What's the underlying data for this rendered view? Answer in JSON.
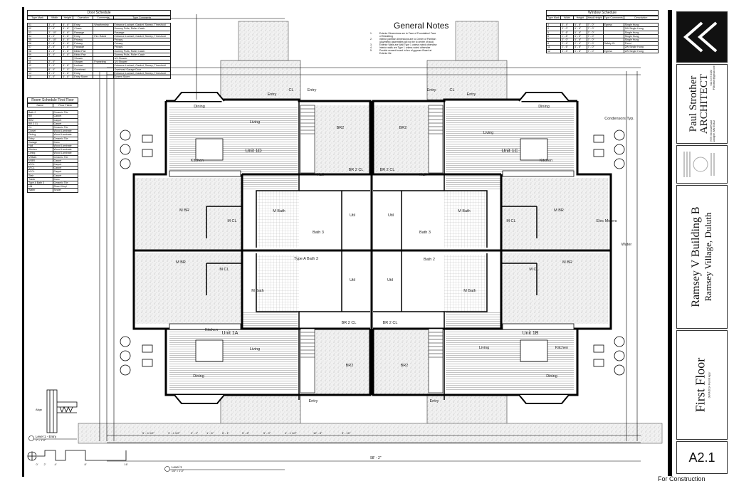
{
  "door_schedule": {
    "title": "Door Schedule",
    "columns": [
      "Type Mark",
      "Width",
      "Height",
      "Operation",
      "Comments",
      "Type Comments"
    ],
    "rows": [
      [
        "01",
        "3' - 0\"",
        "6' - 8\"",
        "Entry",
        "Weatherstrip",
        "Entrance Lockset, Gasket, Sweep, Threshold"
      ],
      [
        "02",
        "2' - 6\"",
        "6' - 8\"",
        "Closet",
        "",
        "Dummy Pulls, Roller Catch"
      ],
      [
        "03",
        "2' - 10\"",
        "6' - 8\"",
        "Passage",
        "",
        "Passage"
      ],
      [
        "04",
        "3' - 0\"",
        "6' - 8\"",
        "Entry",
        "Fire Rated",
        "Entrance Lockset, Gasket, Sweep, Threshold"
      ],
      [
        "05",
        "2' - 10\"",
        "6' - 8\"",
        "Privacy",
        "",
        "Privacy"
      ],
      [
        "06",
        "2' - 8\"",
        "6' - 8\"",
        "Privacy",
        "",
        "Privacy"
      ],
      [
        "07",
        "2' - 6\"",
        "6' - 8\"",
        "Passage",
        "",
        "Privacy"
      ],
      [
        "08",
        "4' - 0\"",
        "6' - 8\"",
        "Bifold Pair",
        "",
        "Dummy Pulls, Roller Catch"
      ],
      [
        "09",
        "5' - 0\"",
        "6' - 8\"",
        "Bifold Pair",
        "",
        "Dummy Pulls, Roller Catch"
      ],
      [
        "10",
        "",
        "",
        "Shower",
        "",
        "3/4 Shower"
      ],
      [
        "11",
        "2' - 0\"",
        "",
        "Shower",
        "Frameless",
        "3/4 Shower"
      ],
      [
        "12",
        "3' - 0\"",
        "6' - 8\"",
        "Lockset",
        "",
        "Entrance Lockset, Gasket, Sweep, Threshold"
      ],
      [
        "13",
        "8' - 0\"",
        "7' - 0\"",
        "Overhead",
        "",
        "Overhead Garage Door"
      ],
      [
        "14",
        "3' - 0\"",
        "6' - 8\"",
        "Entry",
        "",
        "Entrance Lockset, Gasket, Sweep, Threshold"
      ],
      [
        "15",
        "3' - 0\"",
        "6' - 8\"",
        "Entry Storm",
        "",
        "Screen Storm"
      ]
    ]
  },
  "room_schedule": {
    "title": "Room Schedule First Floor",
    "columns": [
      "Name",
      "Floor Finish"
    ],
    "rows": [
      [
        "Bath 2",
        "Ceramic Tile"
      ],
      [
        "BR",
        "Carpet"
      ],
      [
        "BR2",
        "Carpet"
      ],
      [
        "BR 2 CL",
        "Carpet"
      ],
      [
        "CL",
        "Ceramic Tile"
      ],
      [
        "Closet",
        "Wood Laminate"
      ],
      [
        "Dining",
        "Wood Laminate"
      ],
      [
        "Entry",
        "Ceramic Tile"
      ],
      [
        "Garage",
        "Conc"
      ],
      [
        "Hall",
        "Wood Laminate"
      ],
      [
        "Kitchen",
        "Wood Laminate"
      ],
      [
        "Living",
        "Wood Laminate"
      ],
      [
        "M Bath",
        "Ceramic Tile"
      ],
      [
        "M BR",
        "Carpet"
      ],
      [
        "M CL",
        "Carpet"
      ],
      [
        "M CL",
        "Carpet"
      ],
      [
        "M CL",
        "Carpet"
      ],
      [
        "Stair",
        "Carpet"
      ],
      [
        "Trash",
        "Conc"
      ],
      [
        "Type A Bath 3",
        "Ceramic Tile"
      ],
      [
        "Util",
        "Sheet Vinyl"
      ],
      [
        "Water",
        "Sealer"
      ]
    ]
  },
  "general_notes": {
    "title": "General Notes",
    "items": [
      "Exterior Dimensions are to Face of Foundation/ Face of Sheathing",
      "Interior partition dimensions are to Center of Partition (Asymetric assemblies will not be to center of stud)",
      "Exterior Walls are Wall Type 1 unless noted otherwise",
      "Interior walls are Type 1 unless noted otherwise",
      "Provide cement board in lieu of gypsum Board at Exterior tile"
    ]
  },
  "window_schedule": {
    "title": "Window Schedule",
    "columns": [
      "Type Mark",
      "Width",
      "Height",
      "Head Height",
      "Type Comments",
      "Description"
    ],
    "rows": [
      [
        "3",
        "3' - 4\"",
        "5' - 6\"",
        "7' - 0\"",
        "Egress",
        "Single Hung"
      ],
      [
        "4",
        "3' - 0\"",
        "5' - 6\"",
        "7' - 0\"",
        "",
        "2W Single Hung"
      ],
      [
        "5",
        "2' - 6\"",
        "5' - 6\"",
        "7' - 0\"",
        "",
        "Single Hung"
      ],
      [
        "6",
        "1' - 8\"",
        "5' - 6\"",
        "7' - 0\"",
        "",
        "Single Hung"
      ],
      [
        "7",
        "3' - 0\"",
        "5' - 6\"",
        "7' - 0\"",
        "",
        "Single Hung"
      ],
      [
        "8",
        "2' - 4\"",
        "2' - 4\"",
        "7' - 0\"",
        "Safety Gl",
        "Fixed"
      ],
      [
        "11",
        "2' - 6\"",
        "5' - 6\"",
        "7' - 0\"",
        "",
        "2W Single Hung"
      ],
      [
        "12",
        "3' - 4\"",
        "5' - 6\"",
        "7' - 0\"",
        "Egress",
        "2W Single Hung"
      ]
    ]
  },
  "plan": {
    "rooms": [
      "Dining",
      "Living",
      "Kitchen",
      "Unit 1D",
      "BR2",
      "Hall",
      "BR 2 CL",
      "M BR",
      "M CL",
      "M Bath",
      "Bath 3",
      "Util",
      "Entry",
      "CL",
      "Entry",
      "Dining",
      "Living",
      "Kitchen",
      "Unit 1C",
      "BR2",
      "Hall",
      "BR 2 CL",
      "M BR",
      "M CL",
      "M Bath",
      "Bath 3",
      "Util",
      "Entry",
      "CL",
      "Entry",
      "Kitchen",
      "Unit 1A",
      "Living",
      "Dining",
      "BR2",
      "M BR",
      "M CL",
      "M Bath",
      "Type A Bath 3",
      "BR 2 CL",
      "Util",
      "Entry",
      "Kitchen",
      "Unit 1B",
      "Living",
      "Dining",
      "BR2",
      "M BR",
      "M CL",
      "M Bath",
      "Bath 2",
      "BR 2 CL",
      "Util",
      "Entry",
      "Water",
      "Elec Meters",
      "Condensors Typ."
    ],
    "overall_dimension": "98' - 2\"",
    "dimensions": [
      "5' - 4 1/2\"",
      "3' - 4 1/2\"",
      "2' - 1\"",
      "1' - 6\"",
      "6' - 1\"",
      "5' - 6\"",
      "5' - 9\"",
      "4' - 1 1/2\"",
      "12' - 8\"",
      "3' - 10\""
    ]
  },
  "details": {
    "entry_detail_label": "Level 1 - Entry",
    "entry_detail_scale": "1\" = 1'-0\"",
    "plan_label": "Level 1",
    "plan_scale": "1/4\" = 1'-0\"",
    "scale_bar_ticks": [
      "0'",
      "2'",
      "4'",
      "8'",
      "16'"
    ],
    "align_label": "Align"
  },
  "title_block": {
    "architect_name": "Paul Strother",
    "architect_title": "ARCHITECT",
    "address_line1": "7676 Second Road",
    "address_line2": "Cologne, MN 55322",
    "phone": "612.6.07.0322",
    "email": "PStrother@gmail.com",
    "project_name": "Ramsey V  Building B",
    "project_location": "Ramsey Village, Duluth",
    "sheet_title": "First Floor",
    "sheet_date": "06/04/2014 Permit Appr",
    "sheet_number": "A2.1",
    "status": "For Construction"
  }
}
